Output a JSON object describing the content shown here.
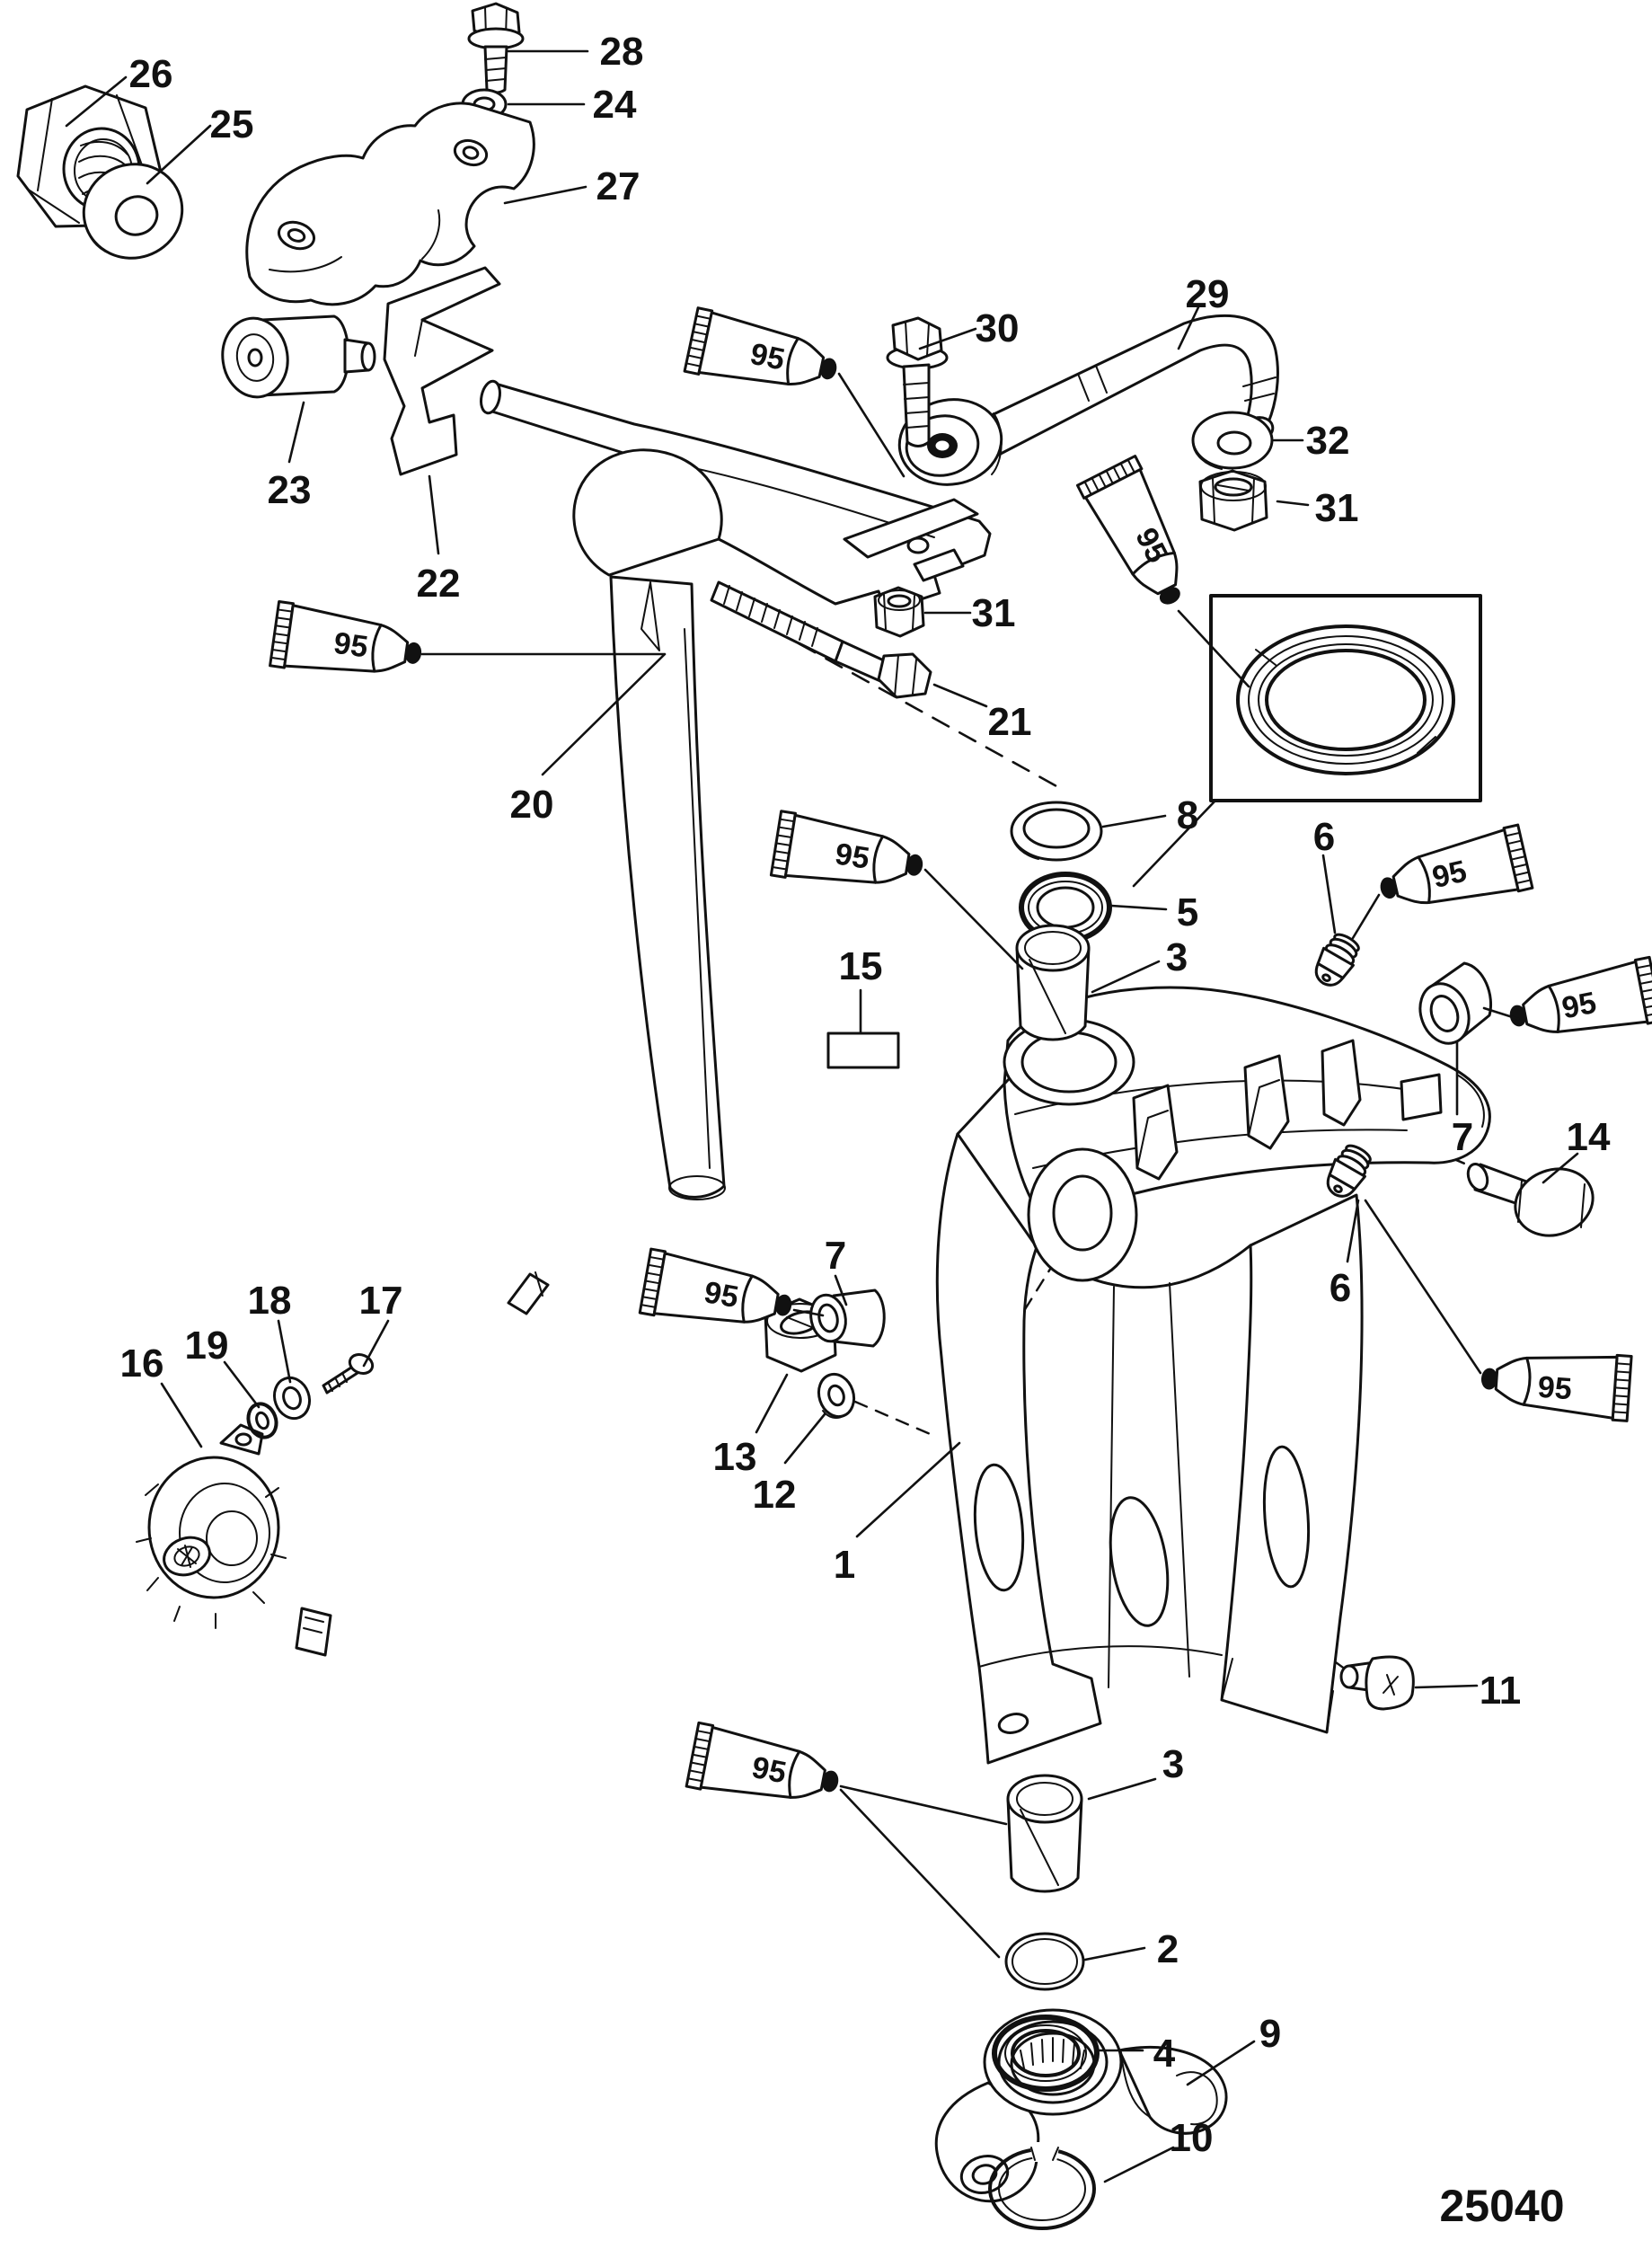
{
  "drawing_number": "25040",
  "lubricant_tube_label": "95",
  "callouts": {
    "n1": "1",
    "n2": "2",
    "n3_upper": "3",
    "n3_lower": "3",
    "n4": "4",
    "n5": "5",
    "n6_upper": "6",
    "n6_lower": "6",
    "n7_right": "7",
    "n7_left": "7",
    "n8": "8",
    "n9": "9",
    "n10": "10",
    "n11": "11",
    "n12": "12",
    "n13": "13",
    "n14": "14",
    "n15": "15",
    "n16": "16",
    "n17": "17",
    "n18": "18",
    "n19": "19",
    "n20": "20",
    "n21": "21",
    "n22": "22",
    "n23": "23",
    "n24": "24",
    "n25": "25",
    "n26": "26",
    "n27": "27",
    "n28": "28",
    "n29": "29",
    "n30": "30",
    "n31_middle": "31",
    "n31_right": "31",
    "n32": "32"
  }
}
